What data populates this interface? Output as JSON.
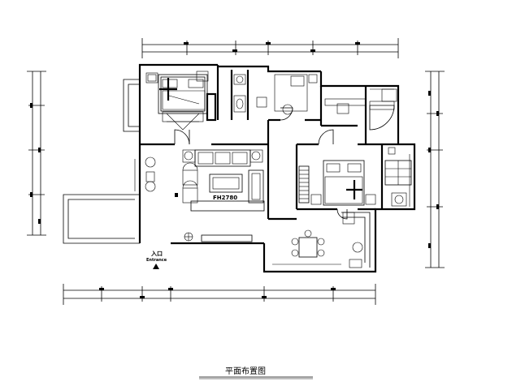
{
  "diagram": {
    "sofa_label": "FH2780",
    "entrance_cn": "入口",
    "entrance_en": "Entrance",
    "title": "平面布置图"
  }
}
